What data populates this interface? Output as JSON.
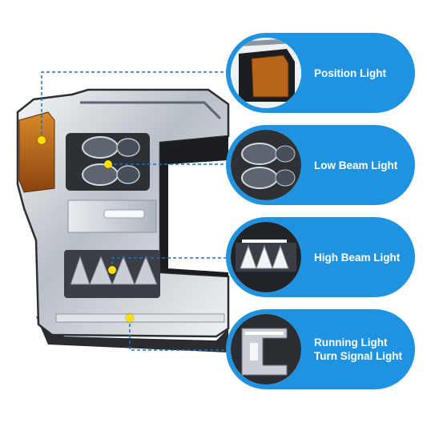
{
  "callouts": [
    {
      "label_lines": [
        "Position Light"
      ],
      "icon": "position-light-thumbnail"
    },
    {
      "label_lines": [
        "Low Beam Light"
      ],
      "icon": "low-beam-thumbnail"
    },
    {
      "label_lines": [
        "High Beam Light"
      ],
      "icon": "high-beam-thumbnail"
    },
    {
      "label_lines": [
        "Running Light",
        "Turn Signal Light"
      ],
      "icon": "running-turn-signal-thumbnail"
    }
  ],
  "colors": {
    "pill": "#1f93e0",
    "marker": "#ffe000",
    "leader_line": "#1f6fc0",
    "chrome": "#c9ced4",
    "amber": "#b8641a",
    "housing": "#1b1d20"
  }
}
